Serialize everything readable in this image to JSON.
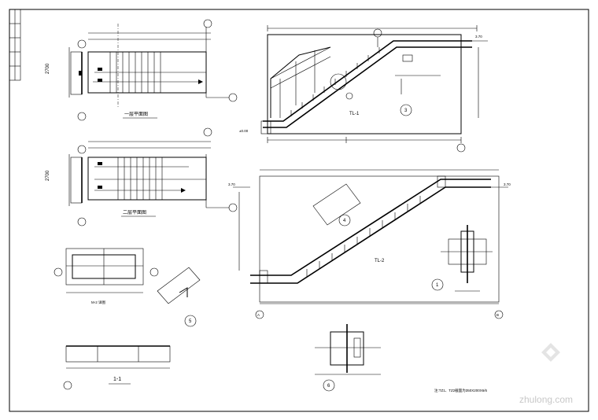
{
  "labels": {
    "plan1": "一层平面图",
    "plan2": "二层平面图",
    "tl1": "TL-1",
    "tl2": "TL-2",
    "sec11": "1-1",
    "m2": "M-2",
    "c3": "3",
    "c4": "4",
    "c5": "5",
    "c6": "6",
    "c1": "1",
    "cA": "A",
    "cB": "B",
    "elev1": "3.70",
    "elev2": "3.70",
    "elev0": "±0.00",
    "note": "注:TZ1、TZ2截面为350X200X6/6"
  },
  "watermark": "zhulong.com"
}
